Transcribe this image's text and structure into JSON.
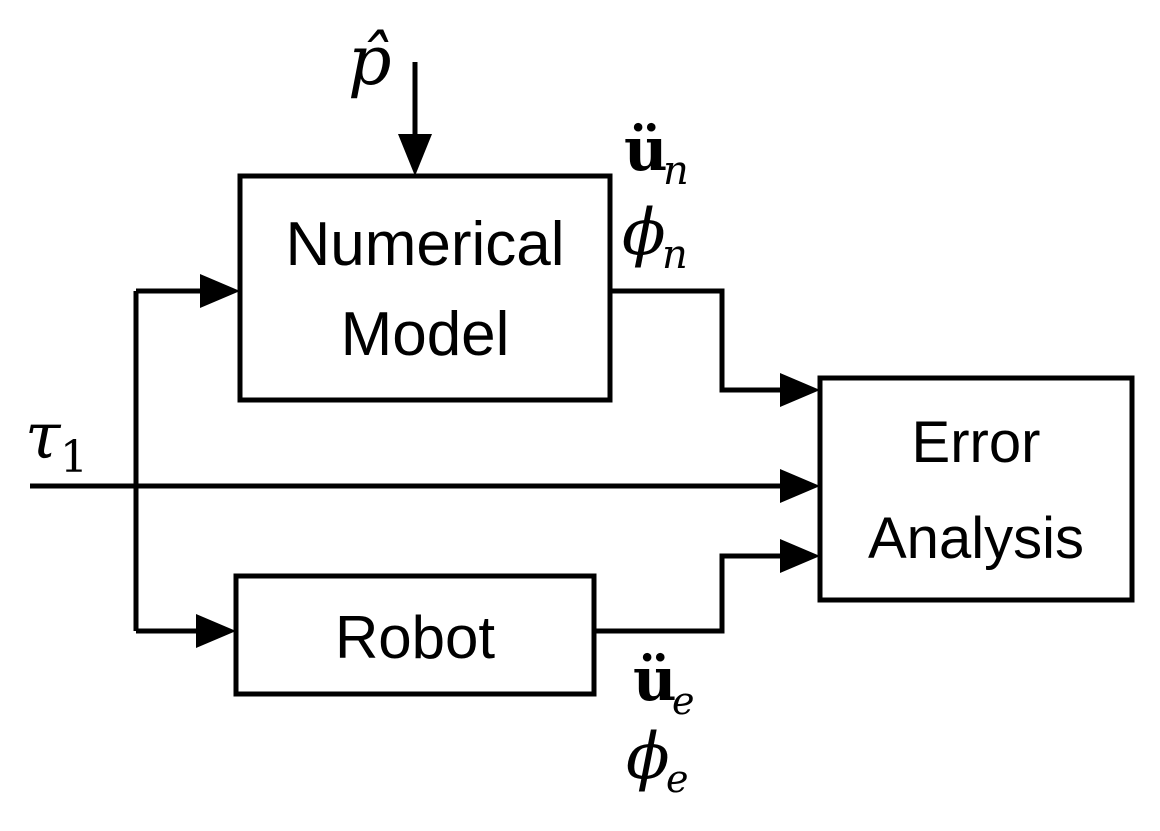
{
  "diagram": {
    "boxes": {
      "numerical_model": {
        "line1": "Numerical",
        "line2": "Model"
      },
      "robot": {
        "label": "Robot"
      },
      "error_analysis": {
        "line1": "Error",
        "line2": "Analysis"
      }
    },
    "labels": {
      "p_hat": {
        "symbol": "p̂"
      },
      "tau_1": {
        "symbol": "τ",
        "subscript": "1"
      },
      "u_ddot_n": {
        "symbol": "ü",
        "subscript": "n"
      },
      "phi_n": {
        "symbol": "ϕ",
        "subscript": "n"
      },
      "u_ddot_e": {
        "symbol": "ü",
        "subscript": "e"
      },
      "phi_e": {
        "symbol": "ϕ",
        "subscript": "e"
      }
    },
    "colors": {
      "stroke": "#000000",
      "background": "#ffffff"
    }
  }
}
